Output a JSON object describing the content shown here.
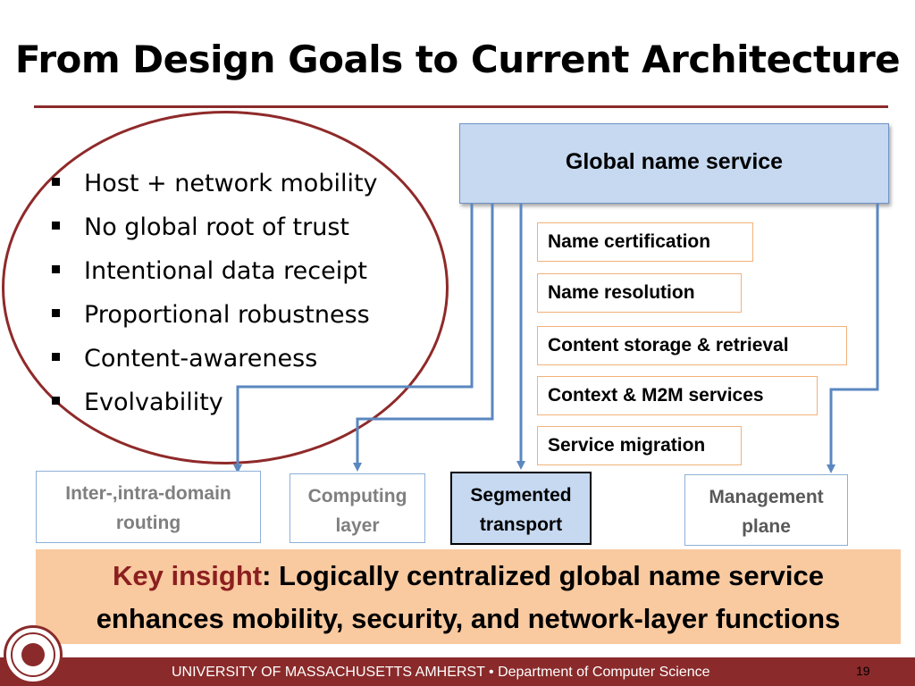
{
  "slide": {
    "title": "From Design Goals to Current Architecture",
    "goals": [
      "Host + network mobility",
      "No global root of trust",
      "Intentional data receipt",
      "Proportional robustness",
      "Content-awareness",
      "Evolvability"
    ],
    "global_name_service": "Global name service",
    "services": [
      "Name certification",
      "Name resolution",
      "Content storage & retrieval",
      "Context & M2M services",
      "Service migration"
    ],
    "layers": {
      "routing": {
        "line1": "Inter-,intra-domain",
        "line2": "routing"
      },
      "computing": {
        "line1": "Computing",
        "line2": "layer"
      },
      "transport": {
        "line1": "Segmented",
        "line2": "transport"
      },
      "management": {
        "line1": "Management",
        "line2": "plane"
      }
    },
    "insight": {
      "key": "Key insight",
      "line1_rest": ": Logically centralized global name service",
      "line2": "enhances mobility, security, and network-layer functions"
    },
    "footer": {
      "text": "UNIVERSITY OF MASSACHUSETTS AMHERST  •  Department of Computer Science",
      "page": "19"
    }
  },
  "colors": {
    "accent": "#8a2a2a",
    "box_fill": "#c6d9f1",
    "arrow": "#5b87c0",
    "service_border": "#f2b27a",
    "insight_fill": "#f9c9a0"
  }
}
